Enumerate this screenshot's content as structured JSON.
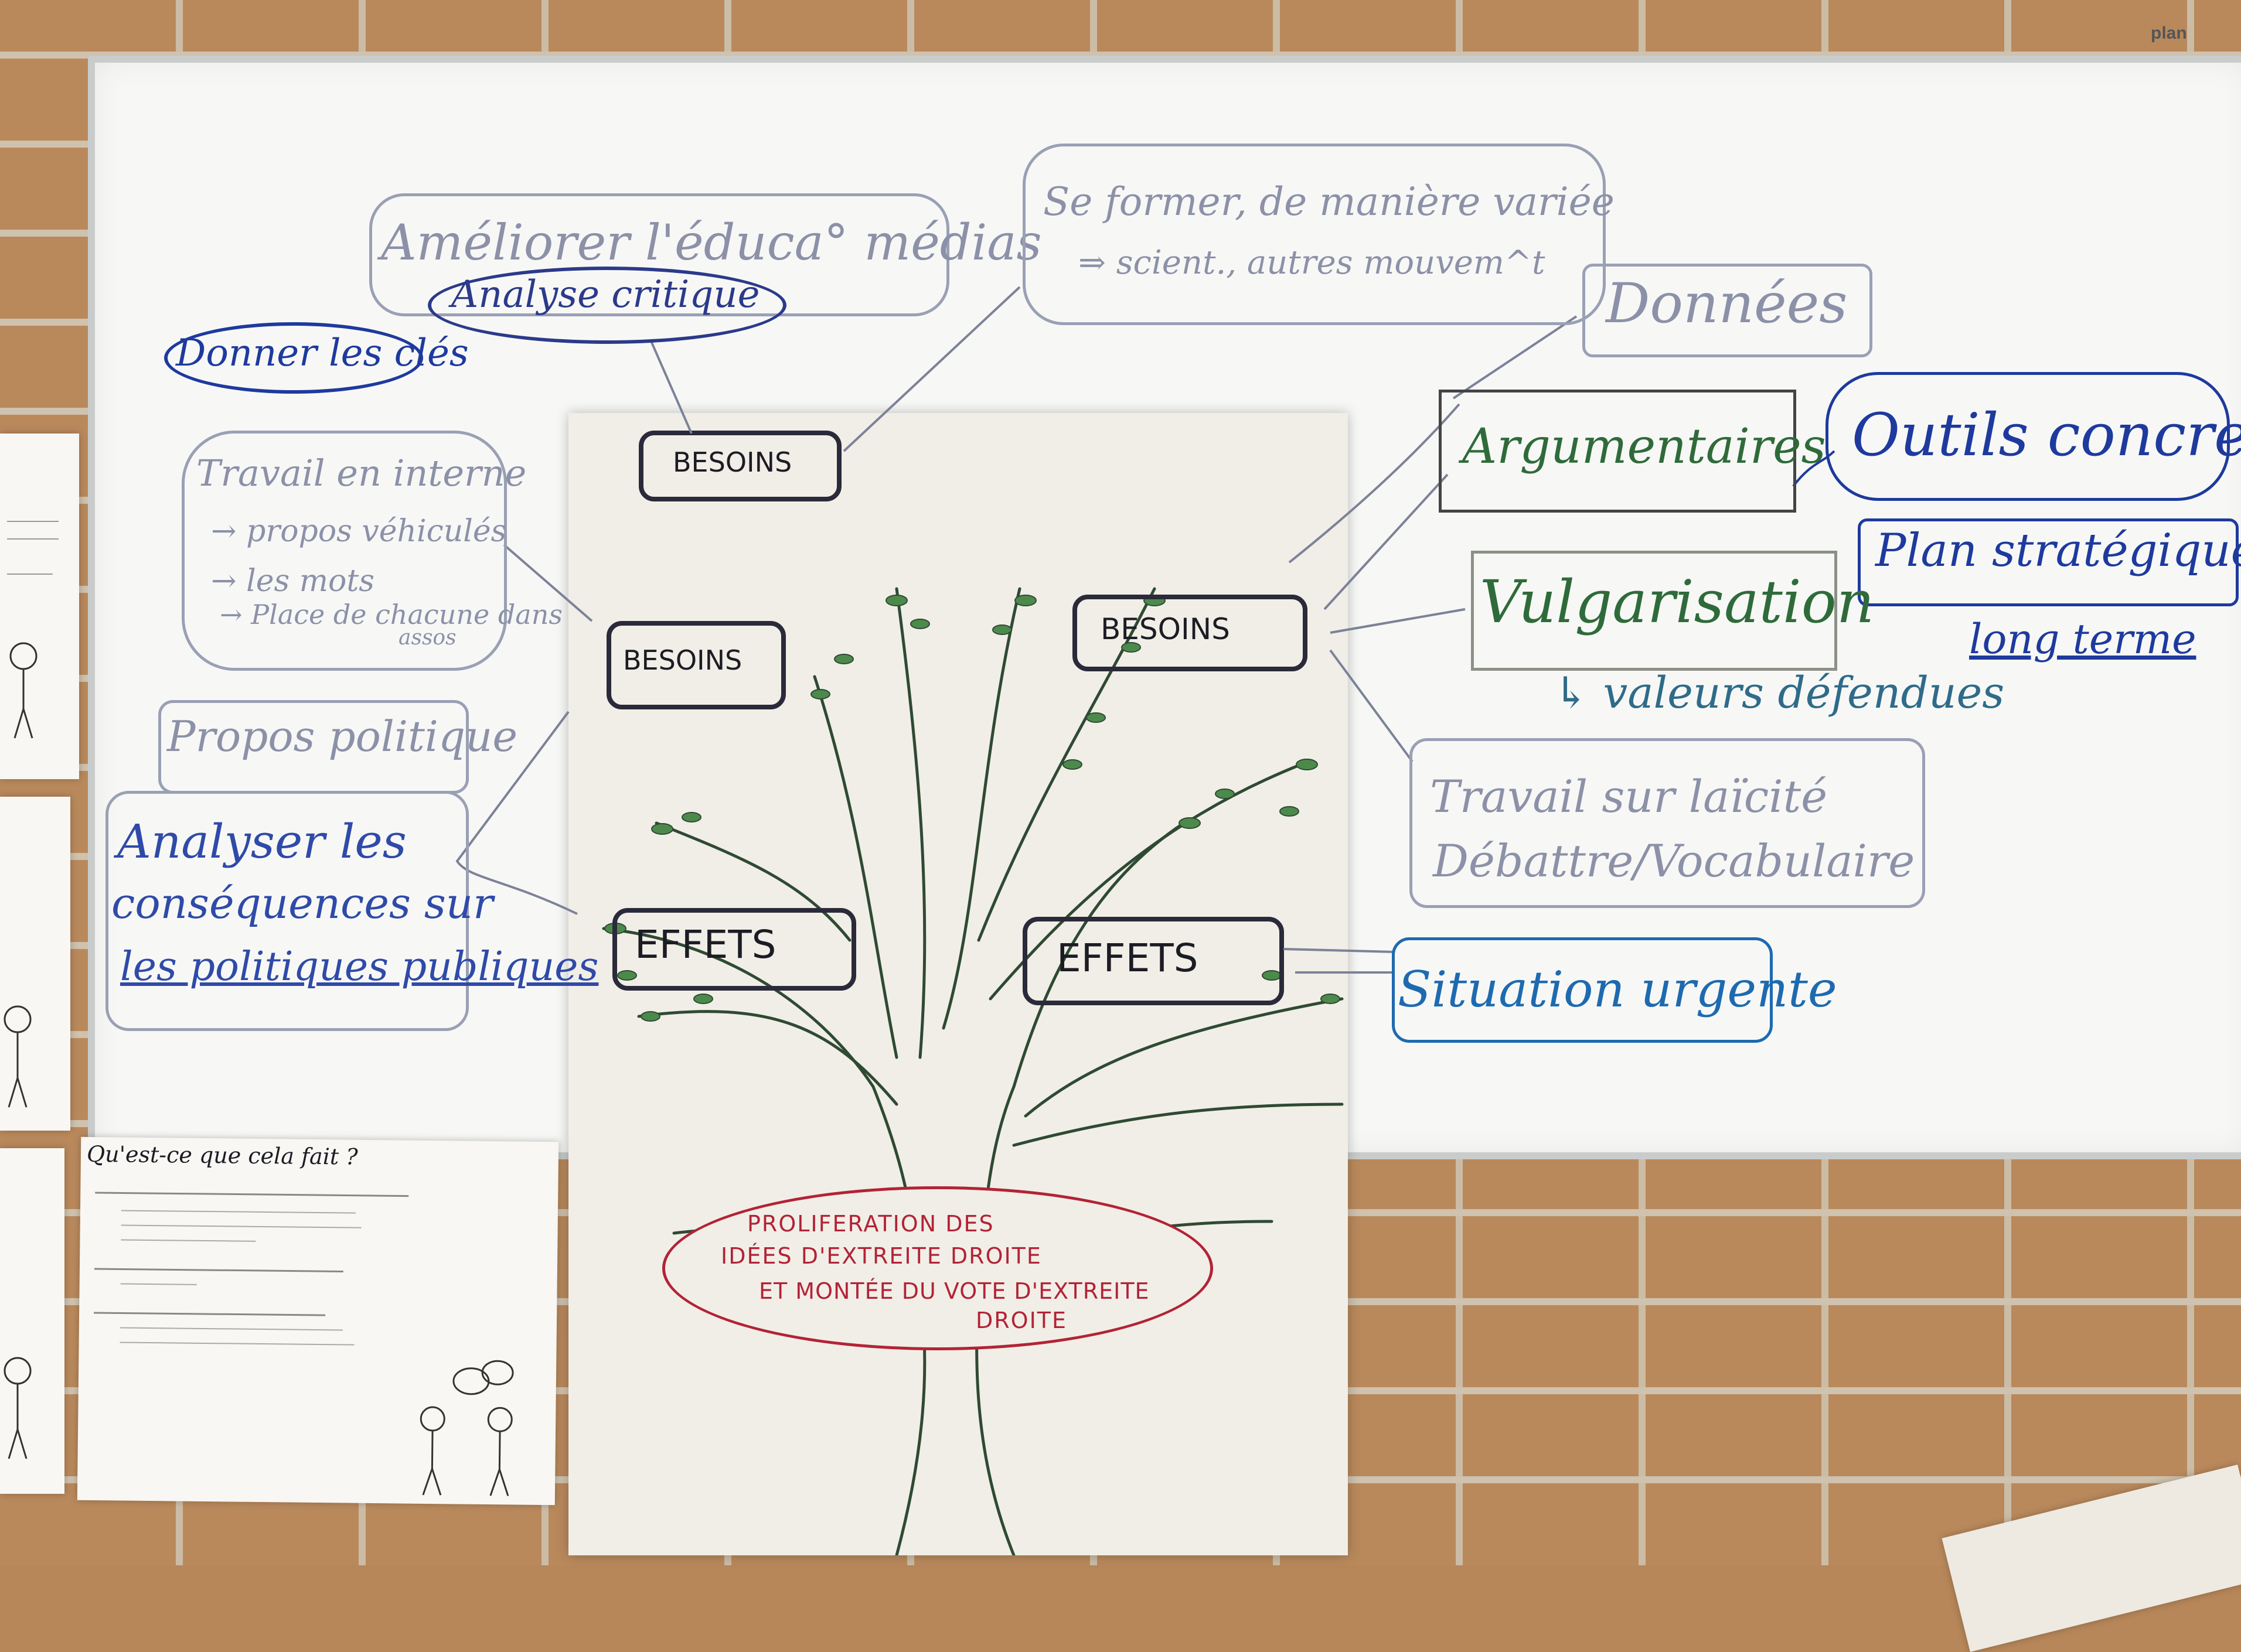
{
  "whiteboard_brand": "plan",
  "flipchart": {
    "left_needs": "BESOINS",
    "left_needs_2": "BESOINS",
    "right_needs": "BESOINS",
    "left_effects": "EFFETS",
    "right_effects": "EFFETS",
    "root_cause": [
      "PROLIFERATION DES",
      "IDÉES D'EXTREITE DROITE",
      "ET MONTÉE DU VOTE D'EXTREITE",
      "DROITE"
    ]
  },
  "board": {
    "ameliorer": "Améliorer l'éduca° médias",
    "analyse_critique": "Analyse critique",
    "donner_cles": "Donner les clés",
    "se_former": [
      "Se former, de manière variée",
      "⇒ scient., autres mouvem^t"
    ],
    "travail_interne": [
      "Travail en interne",
      "→ propos véhiculés",
      "→ les mots",
      "→ Place de chacune dans",
      "assos"
    ],
    "propos_politique": "Propos politique",
    "analyser": [
      "Analyser les",
      "conséquences sur",
      "les politiques publiques"
    ],
    "donnees": "Données",
    "argumentaires": "Argumentaires",
    "outils_concrets": "Outils concrets",
    "plan_strategique": "Plan stratégique",
    "long_terme": "long terme",
    "vulgarisation": "Vulgarisation",
    "valeurs": "↳ valeurs défendues",
    "laicite": [
      "Travail sur laïcité",
      "Débattre/Vocabulaire"
    ],
    "situation": "Situation urgente"
  },
  "poster": {
    "title": "Qu'est-ce que cela fait ?"
  },
  "colors": {
    "blue_marker": "#1e3a9e",
    "grey_marker": "#8c91a8",
    "green_marker": "#2f6b3a",
    "red_marker": "#b22336",
    "black_marker": "#1c1c24",
    "tree_line": "#2f4a33"
  }
}
